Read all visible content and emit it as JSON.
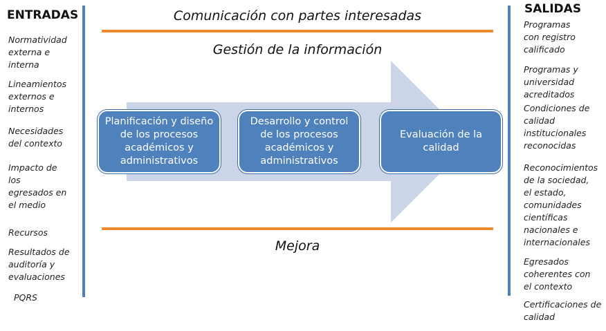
{
  "entradas": {
    "title": "ENTRADAS",
    "items": [
      "Normatividad\nexterna e\ninterna",
      "Lineamientos\nexternos e\ninternos",
      "Necesidades\ndel contexto",
      "Impacto de\nlos\negresados en\nel medio",
      "Recursos",
      "Resultados de\nauditoría y\nevaluaciones",
      "PQRS"
    ]
  },
  "salidas": {
    "title": "SALIDAS",
    "items": [
      "Programas\ncon registro\ncalificado",
      "Programas y\nuniversidad\nacreditados",
      "Condiciones de\ncalidad\ninstitucionales\nreconocidas",
      "Reconocimientos\nde la sociedad,\nel estado,\ncomunidades\ncientíficas\nnacionales e\ninternacionales",
      "Egresados\ncoherentes con\nel contexto",
      "Certificaciones de\ncalidad"
    ]
  },
  "center": {
    "top_label": "Comunicación con partes interesadas",
    "info_label": "Gestión de la información",
    "bottom_label": "Mejora",
    "steps": [
      "Planificación y diseño\nde los procesos\nacadémicos y\nadministrativos",
      "Desarrollo  y control\nde los procesos\nacadémicos y\nadministrativos",
      "Evaluación de la\ncalidad"
    ]
  },
  "colors": {
    "accent_blue": "#4f81bd",
    "orange": "#ef8a2e",
    "arrow": "#ccd5e8"
  }
}
